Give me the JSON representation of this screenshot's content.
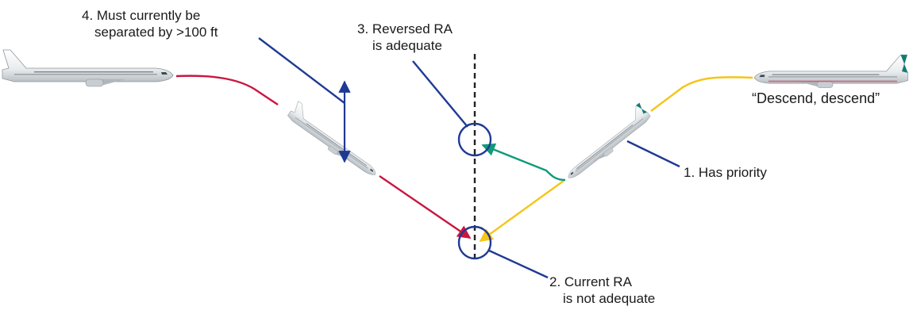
{
  "colors": {
    "annotation_blue": "#1f3a93",
    "maneuver_red": "#c8173f",
    "maneuver_yellow": "#f5c518",
    "maneuver_green": "#0f9a78",
    "centerline": "#222222",
    "aircraft_body": "#f1f3f4",
    "aircraft_tail_livery": "#0e7c72"
  },
  "labels": {
    "note4": {
      "line1": "4. Must currently be",
      "line2": "separated by >100 ft"
    },
    "note3": {
      "line1": "3. Reversed RA",
      "line2": "is adequate"
    },
    "note1": {
      "text": "1. Has priority"
    },
    "note2": {
      "line1": "2. Current RA",
      "line2": "is not adequate"
    },
    "callout": {
      "text": "“Descend, descend”"
    }
  }
}
